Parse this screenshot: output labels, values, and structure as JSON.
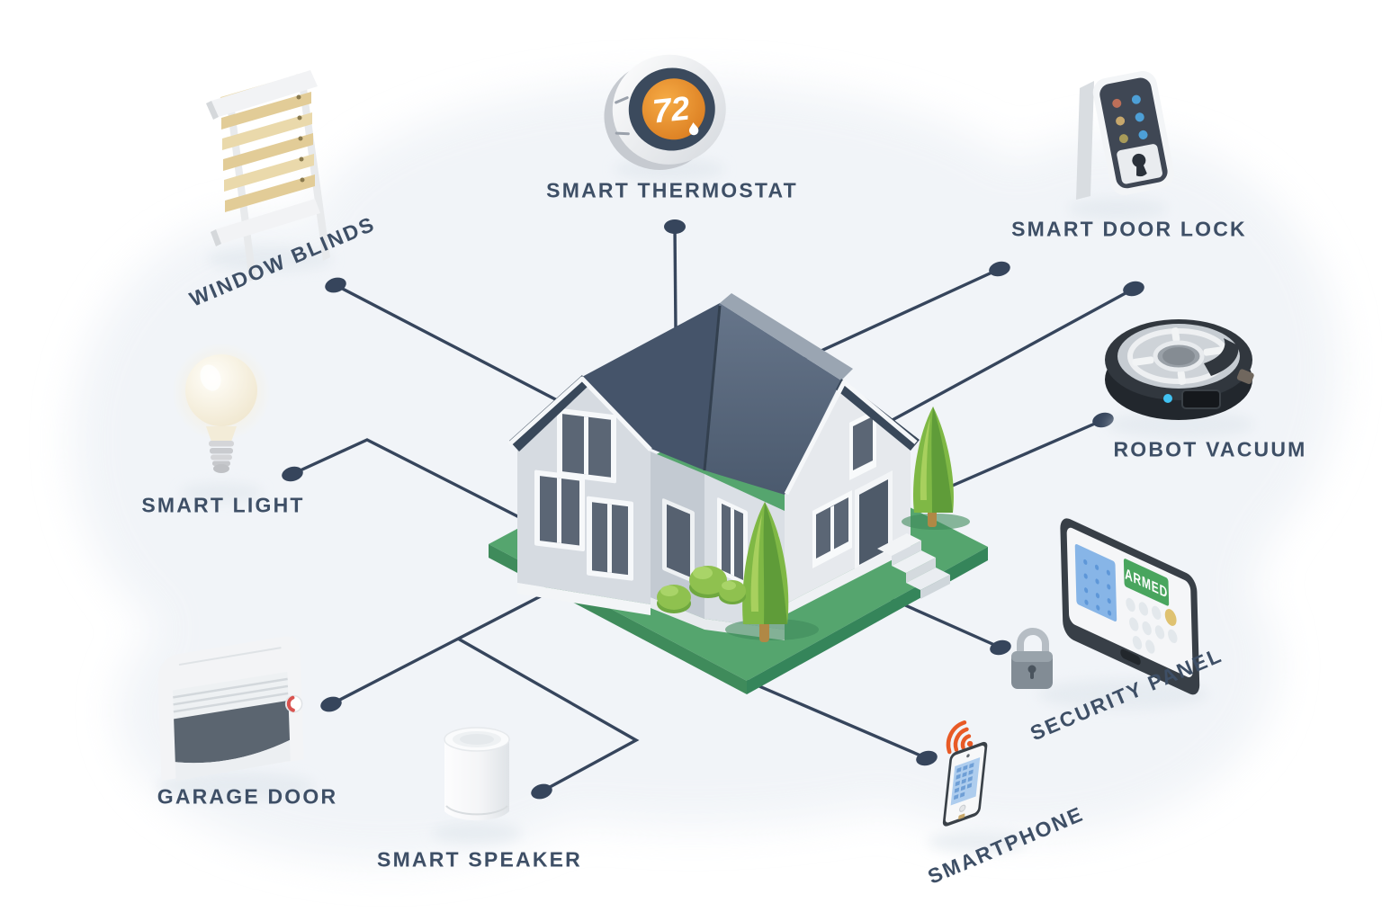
{
  "diagram": {
    "background": {
      "canvas_color": "#ffffff",
      "blob_color": "#edf1f6"
    },
    "style": {
      "connector_color": "#36455c",
      "label_color": "#3e4f66",
      "accent_orange": "#e8872e",
      "armed_green": "#49a55e",
      "lawn_green": "#55a56e",
      "roof_slate": "#4a5a6e"
    },
    "house": {
      "name": "smart-home-house"
    },
    "devices": [
      {
        "id": "window-blinds",
        "label": "WINDOW BLINDS",
        "icon": "window-blinds-icon"
      },
      {
        "id": "smart-thermostat",
        "label": "SMART THERMOSTAT",
        "icon": "thermostat-dial-icon",
        "temperature": "72"
      },
      {
        "id": "smart-door-lock",
        "label": "SMART DOOR LOCK",
        "icon": "door-lock-icon"
      },
      {
        "id": "robot-vacuum",
        "label": "ROBOT VACUUM",
        "icon": "robot-vacuum-icon"
      },
      {
        "id": "security-panel",
        "label": "SECURITY PANEL",
        "icon": "security-panel-icon",
        "status": "ARMED"
      },
      {
        "id": "smartphone",
        "label": "SMARTPHONE",
        "icon": "smartphone-icon"
      },
      {
        "id": "smart-speaker",
        "label": "SMART SPEAKER",
        "icon": "smart-speaker-icon"
      },
      {
        "id": "garage-door",
        "label": "GARAGE DOOR",
        "icon": "garage-door-icon"
      },
      {
        "id": "smart-light",
        "label": "SMART LIGHT",
        "icon": "light-bulb-icon"
      }
    ]
  }
}
